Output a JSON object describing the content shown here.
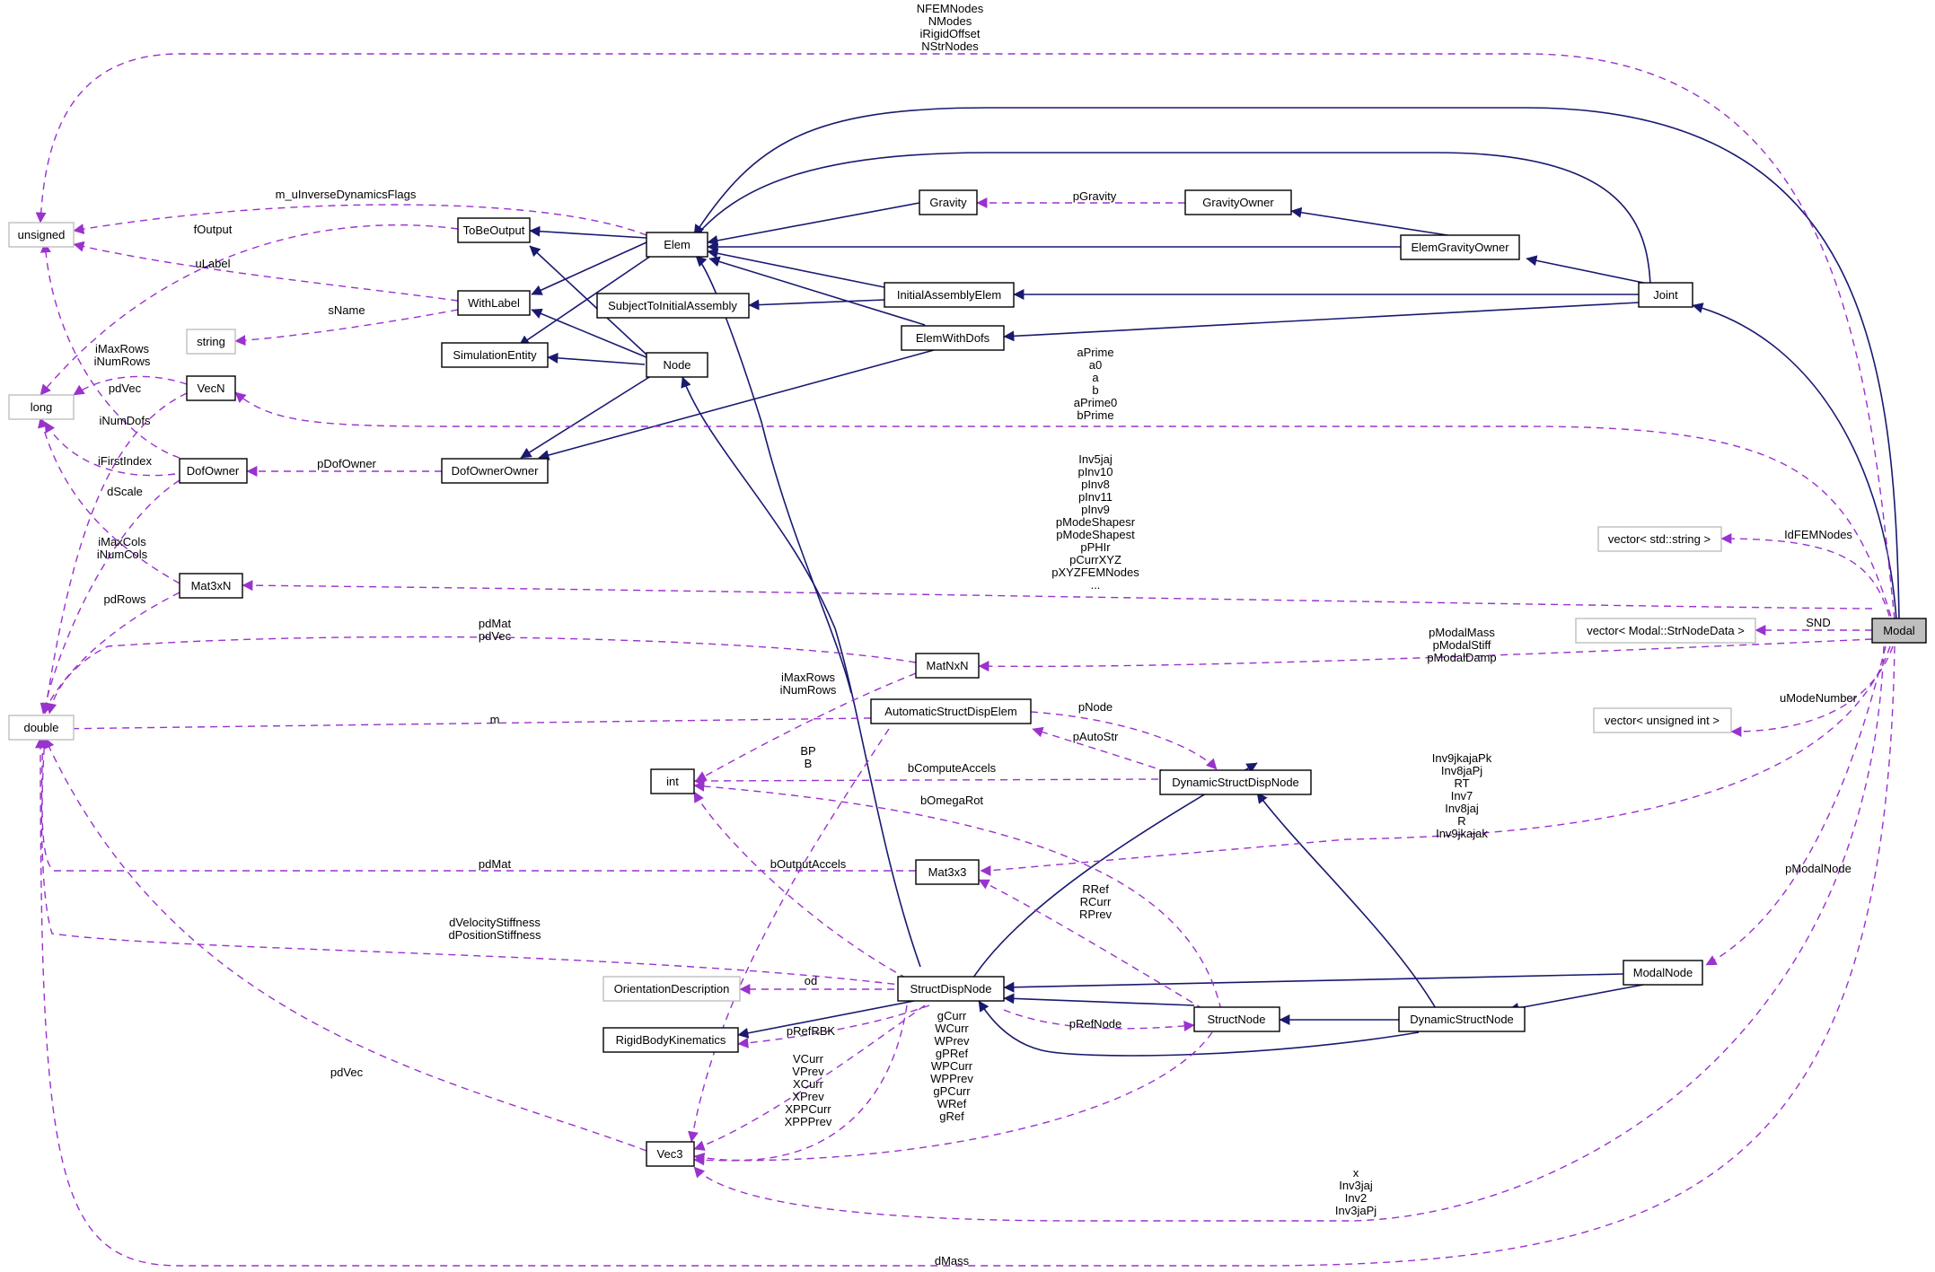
{
  "nodes": {
    "unsigned": "unsigned",
    "long": "long",
    "double": "double",
    "string": "string",
    "tobeoutput": "ToBeOutput",
    "withlabel": "WithLabel",
    "simentity": "SimulationEntity",
    "vecn": "VecN",
    "dofowner": "DofOwner",
    "mat3xn": "Mat3xN",
    "elem": "Elem",
    "node": "Node",
    "subj": "SubjectToInitialAssembly",
    "gravity": "Gravity",
    "gravowner": "GravityOwner",
    "elemgrav": "ElemGravityOwner",
    "initasm": "InitialAssemblyElem",
    "elemdofs": "ElemWithDofs",
    "dofownerowner": "DofOwnerOwner",
    "joint": "Joint",
    "matnxn": "MatNxN",
    "autostruct": "AutomaticStructDispElem",
    "int": "int",
    "dynsdn": "DynamicStructDispNode",
    "mat3x3": "Mat3x3",
    "orient": "OrientationDescription",
    "structdisp": "StructDispNode",
    "rbk": "RigidBodyKinematics",
    "structnode": "StructNode",
    "dynstruct": "DynamicStructNode",
    "modalnode": "ModalNode",
    "vec3": "Vec3",
    "vecstr": "vector< std::string >",
    "vecsnd": "vector< Modal::StrNodeData >",
    "vecuint": "vector< unsigned int >",
    "modal": "Modal"
  },
  "labels": {
    "top": [
      "NFEMNodes",
      "NModes",
      "iRigidOffset",
      "NStrNodes"
    ],
    "m_uInverse": "m_uInverseDynamicsFlags",
    "fOutput": "fOutput",
    "uLabel": "uLabel",
    "sName": "sName",
    "vecn_rows": [
      "iMaxRows",
      "iNumRows"
    ],
    "pdVec_vecn": "pdVec",
    "iNumDofs": "iNumDofs",
    "iFirstIndex": "iFirstIndex",
    "dScale": "dScale",
    "mat3xn_cols": [
      "iMaxCols",
      "iNumCols"
    ],
    "pdRows": "pdRows",
    "pDofOwner": "pDofOwner",
    "pGravity": "pGravity",
    "aprime": [
      "aPrime",
      "a0",
      "a",
      "b",
      "aPrime0",
      "bPrime"
    ],
    "inv5": [
      "Inv5jaj",
      "pInv10",
      "pInv8",
      "pInv11",
      "pInv9",
      "pModeShapesr",
      "pModeShapest",
      "pPHIr",
      "pCurrXYZ",
      "pXYZFEMNodes",
      "..."
    ],
    "IdFEMNodes": "IdFEMNodes",
    "SND": "SND",
    "pmodal": [
      "pModalMass",
      "pModalStiff",
      "pModalDamp"
    ],
    "matnxn_pd": [
      "pdMat",
      "pdVec"
    ],
    "matnxn_rows": [
      "iMaxRows",
      "iNumRows"
    ],
    "m": "m",
    "pNode": "pNode",
    "pAutoStr": "pAutoStr",
    "uModeNumber": "uModeNumber",
    "bp": [
      "BP",
      "B"
    ],
    "bComputeAccels": "bComputeAccels",
    "bOmegaRot": "bOmegaRot",
    "inv9": [
      "Inv9jkajaPk",
      "Inv8jaPj",
      "RT",
      "Inv7",
      "Inv8jaj",
      "R",
      "Inv9jkajak"
    ],
    "pdMat": "pdMat",
    "bOutputAccels": "bOutputAccels",
    "rref": [
      "RRef",
      "RCurr",
      "RPrev"
    ],
    "pModalNode": "pModalNode",
    "dvel": [
      "dVelocityStiffness",
      "dPositionStiffness"
    ],
    "od": "od",
    "pRefRBK": "pRefRBK",
    "pRefNode": "pRefNode",
    "gcurr": [
      "gCurr",
      "WCurr",
      "WPrev",
      "gPRef",
      "WPCurr",
      "WPPrev",
      "gPCurr",
      "WRef",
      "gRef"
    ],
    "vcurr": [
      "VCurr",
      "VPrev",
      "XCurr",
      "XPrev",
      "XPPCurr",
      "XPPPrev"
    ],
    "pdVec_vec3": "pdVec",
    "xinv": [
      "x",
      "Inv3jaj",
      "Inv2",
      "Inv3jaPj"
    ],
    "dMass": "dMass"
  },
  "colors": {
    "inheritance": "#191970",
    "usage": "#9a32cd",
    "external_border": "#bfbfbf",
    "focus_fill": "#bfbfbf"
  }
}
